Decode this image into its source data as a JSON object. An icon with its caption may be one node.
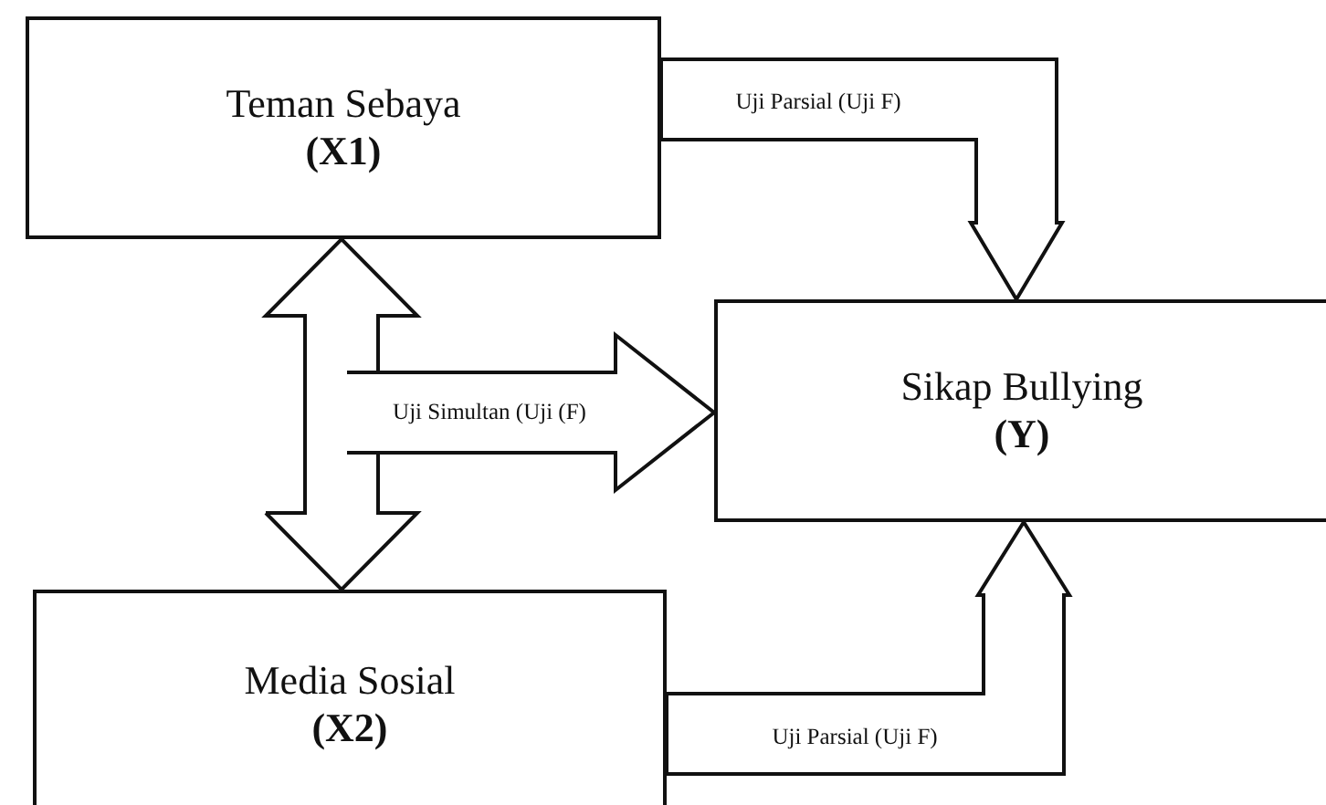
{
  "diagram": {
    "nodes": [
      {
        "text": [
          "Teman Sebaya",
          "(X1)"
        ]
      },
      {
        "text": [
          "Sikap Bullying",
          "(Y)"
        ]
      },
      {
        "text": [
          "Media Sosial",
          "(X2)"
        ]
      }
    ],
    "edges": [
      {
        "from": 0,
        "to": 2,
        "arrow": "both"
      },
      {
        "from": null,
        "to": 1,
        "arrow": "to",
        "label": "Uji Simultan (Uji (F)"
      },
      {
        "from": 0,
        "to": 1,
        "arrow": "to",
        "label": "Uji Parsial (Uji F)"
      },
      {
        "from": 2,
        "to": 1,
        "arrow": "to",
        "label": "Uji Parsial (Uji F)"
      }
    ]
  }
}
